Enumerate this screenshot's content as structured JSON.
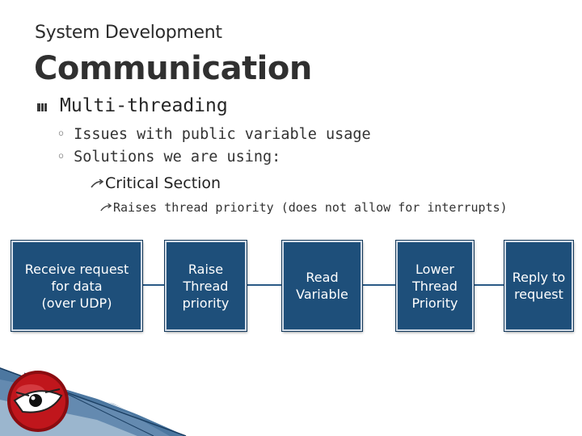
{
  "slide": {
    "subtitle": "System Development",
    "title": "Communication",
    "bullet": "Multi-threading",
    "sub_bullets": [
      "Issues with public variable usage",
      "Solutions we are using:"
    ],
    "level3": "Critical Section",
    "level4": "Raises thread priority (does not allow for interrupts)"
  },
  "flow": {
    "steps": [
      {
        "line1": "Receive request",
        "line2": "for data",
        "line3": "(over UDP)"
      },
      {
        "line1": "Raise",
        "line2": "Thread",
        "line3": "priority"
      },
      {
        "line1": "Read",
        "line2": "Variable",
        "line3": ""
      },
      {
        "line1": "Lower",
        "line2": "Thread",
        "line3": "Priority"
      },
      {
        "line1": "Reply to",
        "line2": "request",
        "line3": ""
      }
    ]
  },
  "colors": {
    "box_fill": "#1e4f7a",
    "box_border": "#d4dde8",
    "connector": "#2a5a86",
    "logo_red": "#c0161c"
  },
  "icons": {
    "bullet_l1": "square-bullet-icon",
    "bullet_l3": "arrow-bullet-icon",
    "logo": "red-eye-logo-icon"
  }
}
